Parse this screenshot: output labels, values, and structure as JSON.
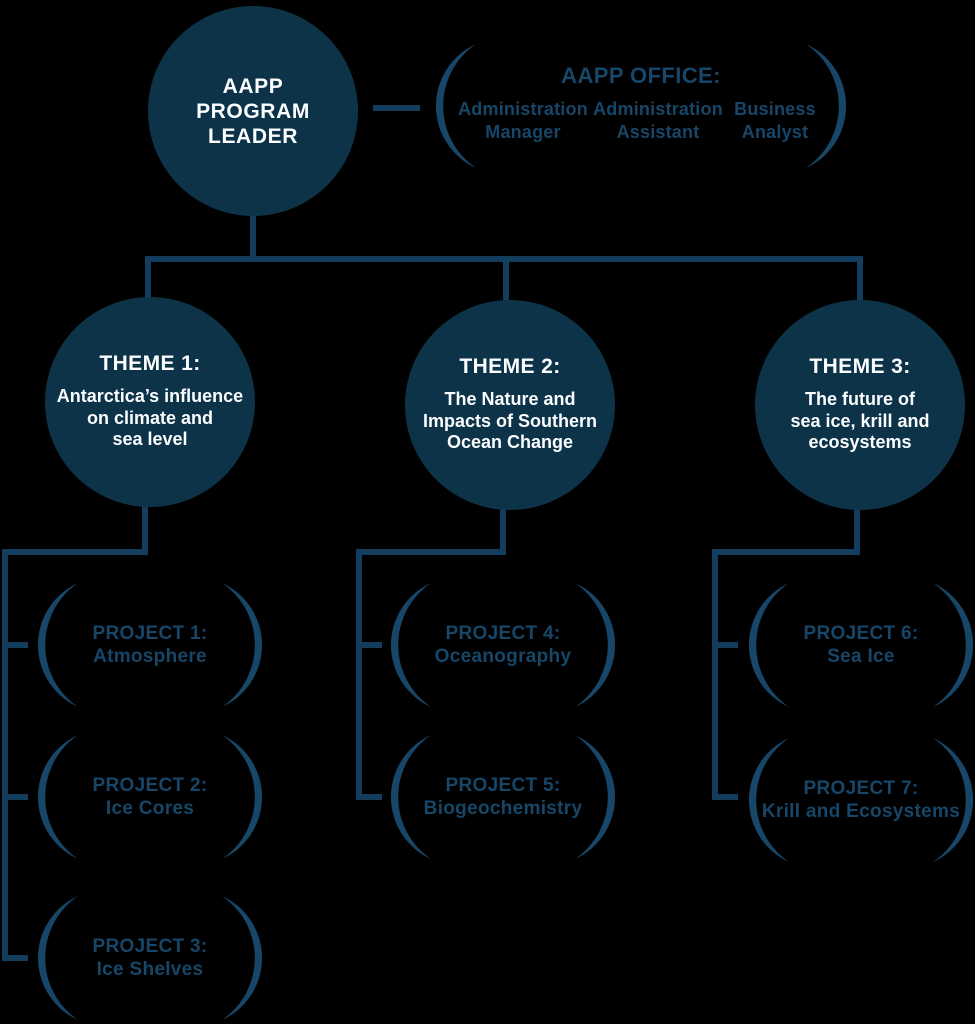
{
  "palette": {
    "background": "#000000",
    "node_fill": "#0d3349",
    "connector": "#123d5c",
    "accent_text": "#174668",
    "circle_text": "#fbfdfe"
  },
  "leader": {
    "lines": [
      "AAPP",
      "PROGRAM",
      "LEADER"
    ]
  },
  "office": {
    "heading": "AAPP OFFICE:",
    "roles": [
      {
        "line1": "Administration",
        "line2": "Manager"
      },
      {
        "line1": "Administration",
        "line2": "Assistant"
      },
      {
        "line1": "Business",
        "line2": "Analyst"
      }
    ]
  },
  "themes": [
    {
      "heading": "THEME 1:",
      "lines": [
        "Antarctica’s influence",
        "on climate and",
        "sea level"
      ]
    },
    {
      "heading": "THEME 2:",
      "lines": [
        "The Nature and",
        "Impacts of Southern",
        "Ocean Change"
      ]
    },
    {
      "heading": "THEME 3:",
      "lines": [
        "The future of",
        "sea ice, krill and",
        "ecosystems"
      ]
    }
  ],
  "projects": [
    {
      "heading": "PROJECT 1:",
      "name": "Atmosphere"
    },
    {
      "heading": "PROJECT 2:",
      "name": "Ice Cores"
    },
    {
      "heading": "PROJECT 3:",
      "name": "Ice Shelves"
    },
    {
      "heading": "PROJECT 4:",
      "name": "Oceanography"
    },
    {
      "heading": "PROJECT 5:",
      "name": "Biogeochemistry"
    },
    {
      "heading": "PROJECT 6:",
      "name": "Sea Ice"
    },
    {
      "heading": "PROJECT 7:",
      "name": "Krill and Ecosystems"
    }
  ]
}
